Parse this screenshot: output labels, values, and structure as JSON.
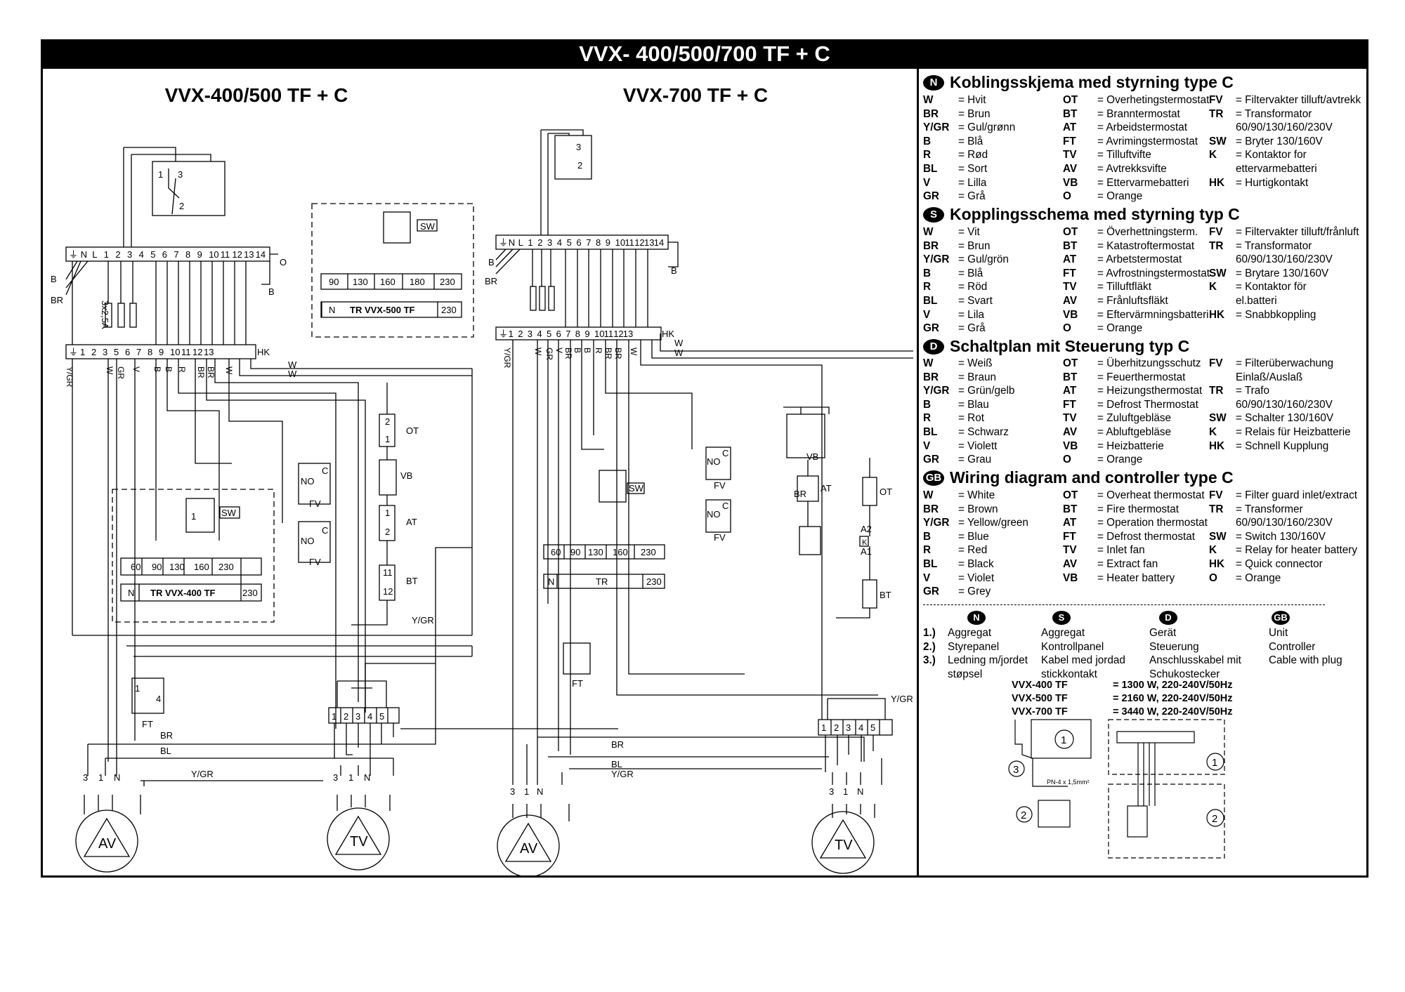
{
  "page": {
    "main_title": "VVX- 400/500/700 TF + C",
    "diagram1_title": "VVX-400/500 TF + C",
    "diagram2_title": "VVX-700 TF + C"
  },
  "wiring": {
    "terminal_top_1": [
      "⏚",
      "N",
      "L",
      "1",
      "2",
      "3",
      "4",
      "5",
      "6",
      "7",
      "8",
      "9",
      "10",
      "11",
      "12",
      "13",
      "14"
    ],
    "terminal_bottom_1": [
      "⏚",
      "1",
      "2",
      "3",
      "5",
      "6",
      "7",
      "8",
      "9",
      "10",
      "11",
      "12",
      "13"
    ],
    "terminal_top_2": [
      "⏚",
      "N",
      "L",
      "1",
      "2",
      "3",
      "4",
      "5",
      "6",
      "7",
      "8",
      "9",
      "10",
      "11",
      "12",
      "13",
      "14"
    ],
    "terminal_bottom_2": [
      "⏚",
      "1",
      "2",
      "3",
      "4",
      "5",
      "6",
      "7",
      "8",
      "9",
      "10",
      "11",
      "12",
      "13"
    ],
    "fuse_label": "3x2,5A",
    "hk": "HK",
    "wire_codes_1": [
      "Y/GR",
      "W",
      "GR",
      "V",
      "B",
      "B",
      "R",
      "BR",
      "BR",
      "W"
    ],
    "wire_codes_2": [
      "Y/GR",
      "W",
      "GR",
      "V",
      "BR",
      "B",
      "B",
      "R",
      "BR",
      "BR",
      "W"
    ],
    "tr400_taps": [
      "60",
      "90",
      "130",
      "160",
      "230"
    ],
    "tr400_label": "TR VVX-400 TF",
    "tr500_taps": [
      "90",
      "130",
      "160",
      "180",
      "230"
    ],
    "tr500_label": "TR VVX-500 TF",
    "tr700_taps": [
      "60",
      "90",
      "130",
      "160",
      "230"
    ],
    "tr700_label": "TR",
    "n": "N",
    "v230": "230",
    "sw": "SW",
    "fv": "FV",
    "no": "NO",
    "c": "C",
    "vb": "VB",
    "ot": "OT",
    "at": "AT",
    "bt": "BT",
    "ft": "FT",
    "k": "K",
    "a1": "A1",
    "a2": "A2",
    "o": "O",
    "b": "B",
    "br": "BR",
    "bl": "BL",
    "w": "W",
    "ygr": "Y/GR",
    "av": "AV",
    "tv": "TV",
    "motor_pins": [
      "3",
      "1",
      "N",
      "⏚"
    ],
    "motor_terminal": [
      "1",
      "2",
      "3",
      "4",
      "5",
      "⏚"
    ],
    "sw_pins": [
      "1",
      "2",
      "3"
    ],
    "ot_pins": [
      "2",
      "1"
    ],
    "at_pins": [
      "1",
      "2"
    ],
    "bt_pins": [
      "11",
      "12"
    ],
    "ft_pins": [
      "1",
      "4"
    ],
    "avtv_box": "AV TV",
    "bt_at": "BT AT",
    "pn_cable": "PN-4 x 1,5mm²",
    "circ1": "1",
    "circ2": "2",
    "circ3": "3"
  },
  "legend": {
    "badges": [
      "N",
      "S",
      "D",
      "GB"
    ],
    "sections": [
      {
        "badge": "N",
        "title": "Koblingsskjema med styrning type C",
        "rows": [
          [
            "W",
            "= Hvit",
            "OT",
            "= Overhetingstermostat",
            "FV",
            "= Filtervakter tilluft/avtrekk"
          ],
          [
            "BR",
            "= Brun",
            "BT",
            "= Branntermostat",
            "TR",
            "= Transformator"
          ],
          [
            "Y/GR",
            "= Gul/grønn",
            "AT",
            "= Arbeidstermostat",
            "",
            "60/90/130/160/230V"
          ],
          [
            "B",
            "= Blå",
            "FT",
            "= Avrimingstermostat",
            "SW",
            "= Bryter 130/160V"
          ],
          [
            "R",
            "= Rød",
            "TV",
            "= Tilluftvifte",
            "K",
            "= Kontaktor for"
          ],
          [
            "BL",
            "= Sort",
            "AV",
            "= Avtrekksvifte",
            "",
            "ettervarmebatteri"
          ],
          [
            "V",
            "= Lilla",
            "VB",
            "= Ettervarmebatteri",
            "HK",
            "= Hurtigkontakt"
          ],
          [
            "GR",
            "= Grå",
            "O",
            "= Orange",
            "",
            ""
          ]
        ]
      },
      {
        "badge": "S",
        "title": "Kopplingsschema med styrning typ C",
        "rows": [
          [
            "W",
            "= Vit",
            "OT",
            "= Överhettningsterm.",
            "FV",
            "= Filtervakter tilluft/frånluft"
          ],
          [
            "BR",
            "= Brun",
            "BT",
            "= Katastroftermostat",
            "TR",
            "= Transformator"
          ],
          [
            "Y/GR",
            "= Gul/grön",
            "AT",
            "= Arbetstermostat",
            "",
            "60/90/130/160/230V"
          ],
          [
            "B",
            "= Blå",
            "FT",
            "= Avfrostningstermostat",
            "SW",
            "= Brytare 130/160V"
          ],
          [
            "R",
            "= Röd",
            "TV",
            "= Tilluftfläkt",
            "K",
            "= Kontaktor för"
          ],
          [
            "BL",
            "= Svart",
            "AV",
            "= Frånluftsfläkt",
            "",
            "el.batteri"
          ],
          [
            "V",
            "= Lila",
            "VB",
            "= Eftervärmningsbatteri",
            "HK",
            "= Snabbkoppling"
          ],
          [
            "GR",
            "= Grå",
            "O",
            "= Orange",
            "",
            ""
          ]
        ]
      },
      {
        "badge": "D",
        "title": "Schaltplan mit Steuerung typ C",
        "rows": [
          [
            "W",
            "= Weiß",
            "OT",
            "= Überhitzungsschutz",
            "FV",
            "= Filterüberwachung"
          ],
          [
            "BR",
            "= Braun",
            "BT",
            "= Feuerthermostat",
            "",
            "Einlaß/Auslaß"
          ],
          [
            "Y/GR",
            "= Grün/gelb",
            "AT",
            "= Heizungsthermostat",
            "TR",
            "= Trafo"
          ],
          [
            "B",
            "= Blau",
            "FT",
            "= Defrost Thermostat",
            "",
            "60/90/130/160/230V"
          ],
          [
            "R",
            "= Rot",
            "TV",
            "= Zuluftgebläse",
            "SW",
            "= Schalter 130/160V"
          ],
          [
            "BL",
            "= Schwarz",
            "AV",
            "= Abluftgebläse",
            "K",
            "= Relais für Heizbatterie"
          ],
          [
            "V",
            "= Violett",
            "VB",
            "= Heizbatterie",
            "HK",
            "= Schnell Kupplung"
          ],
          [
            "GR",
            "= Grau",
            "O",
            "= Orange",
            "",
            ""
          ]
        ]
      },
      {
        "badge": "GB",
        "title": "Wiring diagram and controller type C",
        "rows": [
          [
            "W",
            "= White",
            "OT",
            "= Overheat thermostat",
            "FV",
            "= Filter guard inlet/extract"
          ],
          [
            "BR",
            "= Brown",
            "BT",
            "= Fire thermostat",
            "TR",
            "= Transformer"
          ],
          [
            "Y/GR",
            "= Yellow/green",
            "AT",
            "= Operation thermostat",
            "",
            "60/90/130/160/230V"
          ],
          [
            "B",
            "= Blue",
            "FT",
            "= Defrost thermostat",
            "SW",
            "= Switch 130/160V"
          ],
          [
            "R",
            "= Red",
            "TV",
            "= Inlet fan",
            "K",
            "= Relay for heater battery"
          ],
          [
            "BL",
            "= Black",
            "AV",
            "= Extract fan",
            "HK",
            "= Quick connector"
          ],
          [
            "V",
            "= Violet",
            "VB",
            "= Heater battery",
            "O",
            "= Orange"
          ],
          [
            "GR",
            "= Grey",
            "",
            "",
            "",
            ""
          ]
        ]
      }
    ],
    "numbers": [
      "1.)",
      "2.)",
      "3.)"
    ],
    "columns": [
      {
        "badge": "N",
        "items": [
          "Aggregat",
          "Styrepanel",
          "Ledning m/jordet",
          "støpsel"
        ]
      },
      {
        "badge": "S",
        "items": [
          "Aggregat",
          "Kontrollpanel",
          "Kabel med jordad",
          "stickkontakt"
        ]
      },
      {
        "badge": "D",
        "items": [
          "Gerät",
          "Steuerung",
          "Anschlusskabel mit",
          "Schukostecker"
        ]
      },
      {
        "badge": "GB",
        "items": [
          "Unit",
          "Controller",
          "Cable with plug",
          ""
        ]
      }
    ],
    "power": [
      [
        "VVX-400 TF",
        "= 1300 W, 220-240V/50Hz"
      ],
      [
        "VVX-500 TF",
        "= 2160 W, 220-240V/50Hz"
      ],
      [
        "VVX-700 TF",
        "= 3440 W, 220-240V/50Hz"
      ]
    ]
  }
}
